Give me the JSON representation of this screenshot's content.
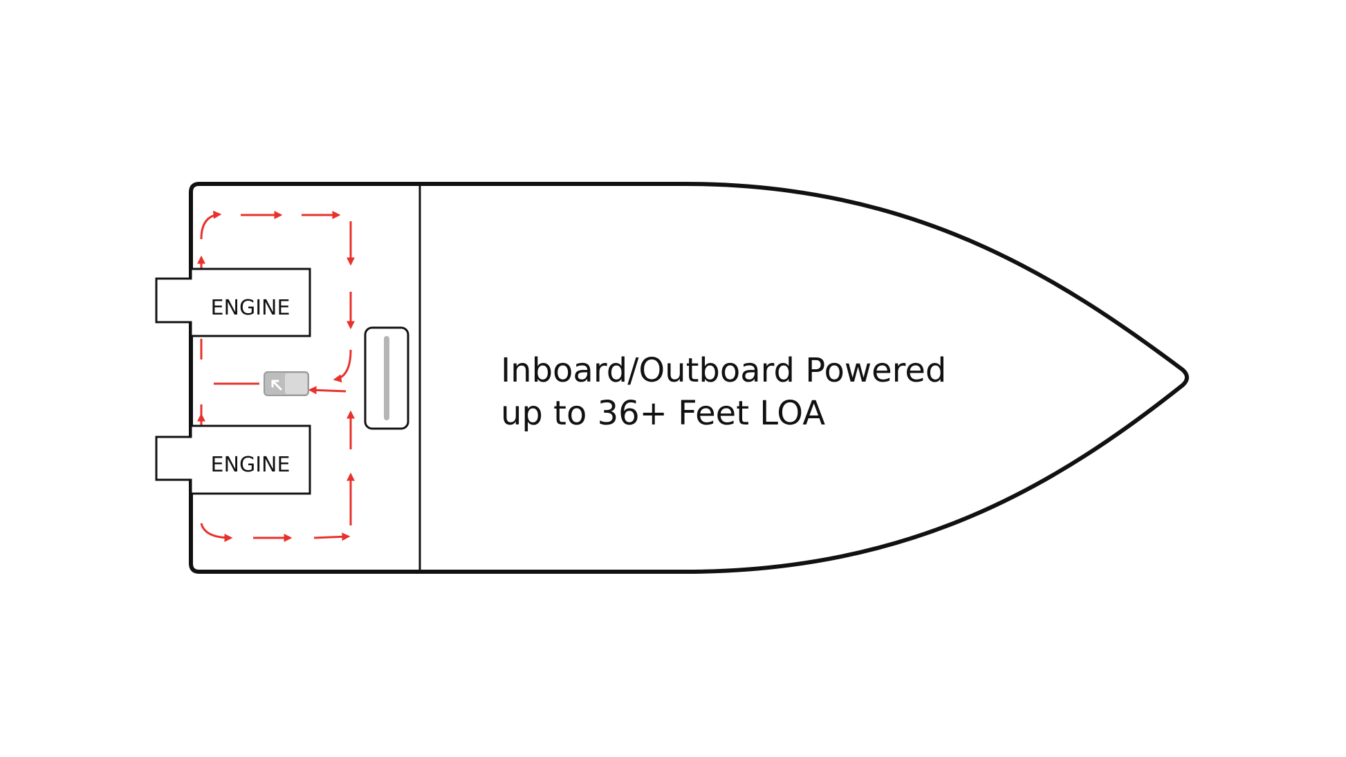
{
  "diagram": {
    "caption_line1": "Inboard/Outboard Powered",
    "caption_line2": "up to 36+ Feet LOA",
    "engine_top_label": "ENGINE",
    "engine_bottom_label": "ENGINE"
  },
  "colors": {
    "outline": "#111111",
    "flow_arrow": "#e8312b",
    "unit_fill": "#bdbdbd",
    "background": "#ffffff"
  },
  "icons": {
    "flow_arrow": "red-flow-arrow",
    "unit": "gray-unit-with-arrow-icon",
    "vent": "rounded-vent-slot"
  }
}
